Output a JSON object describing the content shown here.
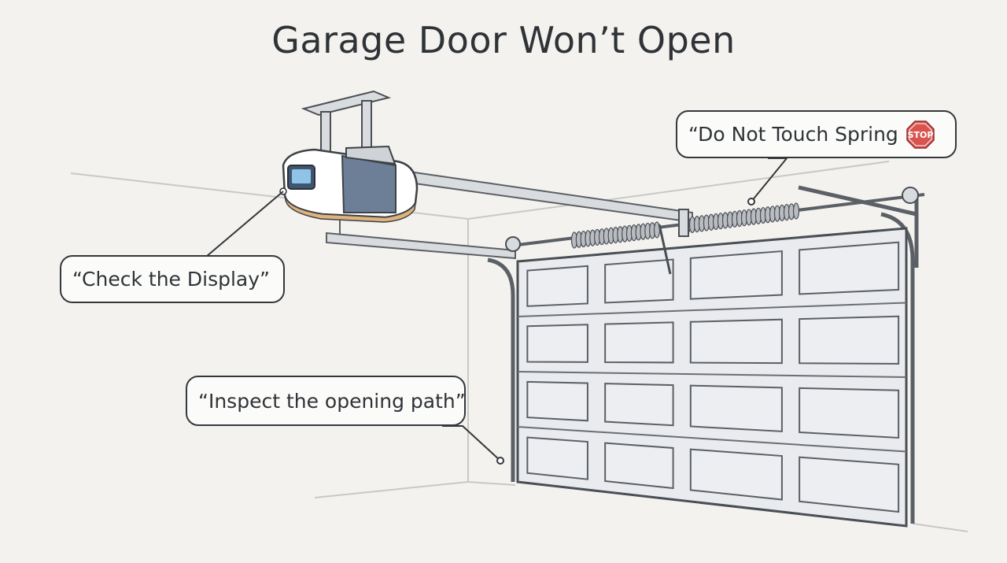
{
  "title": "Garage Door Won’t Open",
  "callouts": {
    "check_display": "“Check the Display”",
    "do_not_touch_spring": "“Do Not Touch Spring",
    "inspect_path": "“Inspect the opening path”"
  },
  "stop_sign": {
    "text": "STOP",
    "color": "#d9534f"
  },
  "colors": {
    "background": "#f3f2ee",
    "line": "#34383c",
    "opener_body": "#ffffff",
    "opener_panel": "#6d7f96",
    "opener_base": "#e0b27c",
    "display": "#8fc3e8",
    "door": "#e9ebee"
  },
  "icons": [
    "stop-sign-icon",
    "garage-door-opener-icon",
    "torsion-spring-icon"
  ]
}
